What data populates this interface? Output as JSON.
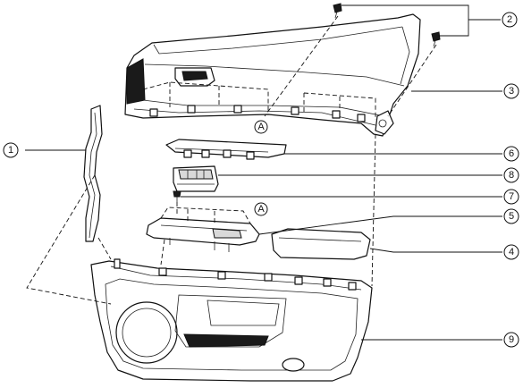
{
  "callouts": {
    "c1": "1",
    "c2": "2",
    "c3": "3",
    "c4": "4",
    "c5": "5",
    "c6": "6",
    "c7": "7",
    "c8": "8",
    "c9": "9",
    "refA_upper": "A",
    "refA_lower": "A"
  },
  "colors": {
    "line": "#111111",
    "fill": "#ffffff"
  }
}
